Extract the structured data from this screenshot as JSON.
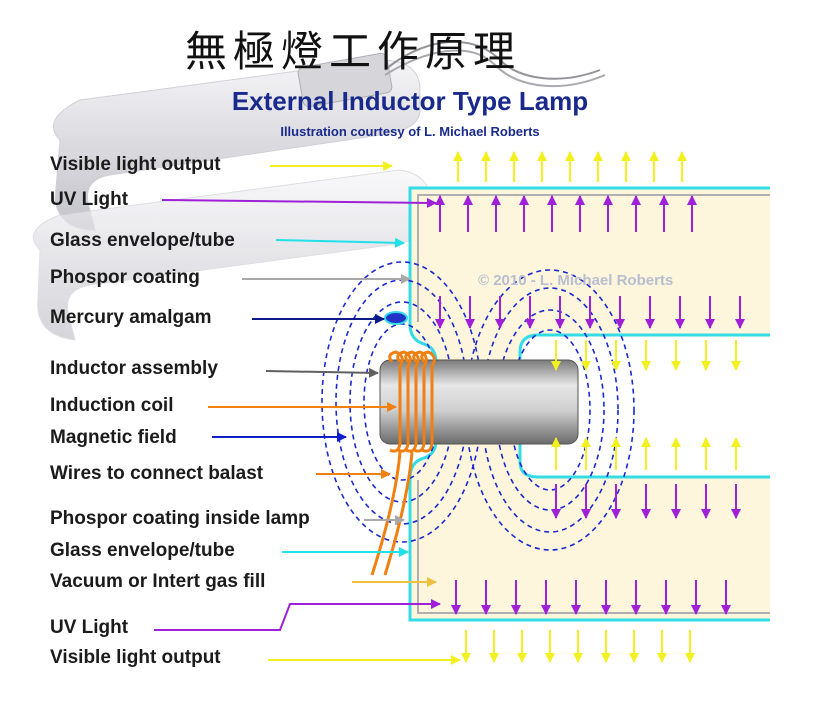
{
  "title_cn": "無極燈工作原理",
  "title_en": "External Inductor Type Lamp",
  "credit": "Illustration courtesy of L. Michael Roberts",
  "copyright": "© 2010 - L. Michael Roberts",
  "labels": [
    {
      "text": "Visible light output",
      "color": "#f2f020"
    },
    {
      "text": "UV Light",
      "color": "#a020d8"
    },
    {
      "text": "Glass envelope/tube",
      "color": "#20e0e8"
    },
    {
      "text": "Phospor coating",
      "color": "#a8a8a8"
    },
    {
      "text": "Mercury amalgam",
      "color": "#0c1a8a"
    },
    {
      "text": "Inductor assembly",
      "color": "#606060"
    },
    {
      "text": "Induction coil",
      "color": "#f08010"
    },
    {
      "text": "Magnetic field",
      "color": "#1020c8"
    },
    {
      "text": "Wires to connect balast",
      "color": "#f08010"
    },
    {
      "text": "Phospor coating inside lamp",
      "color": "#a8a8a8"
    },
    {
      "text": "Glass envelope/tube",
      "color": "#20e0e8"
    },
    {
      "text": "Vacuum or Intert gas fill",
      "color": "#f0c040"
    },
    {
      "text": "UV Light",
      "color": "#a020d8"
    },
    {
      "text": "Visible light output",
      "color": "#f2f020"
    }
  ]
}
